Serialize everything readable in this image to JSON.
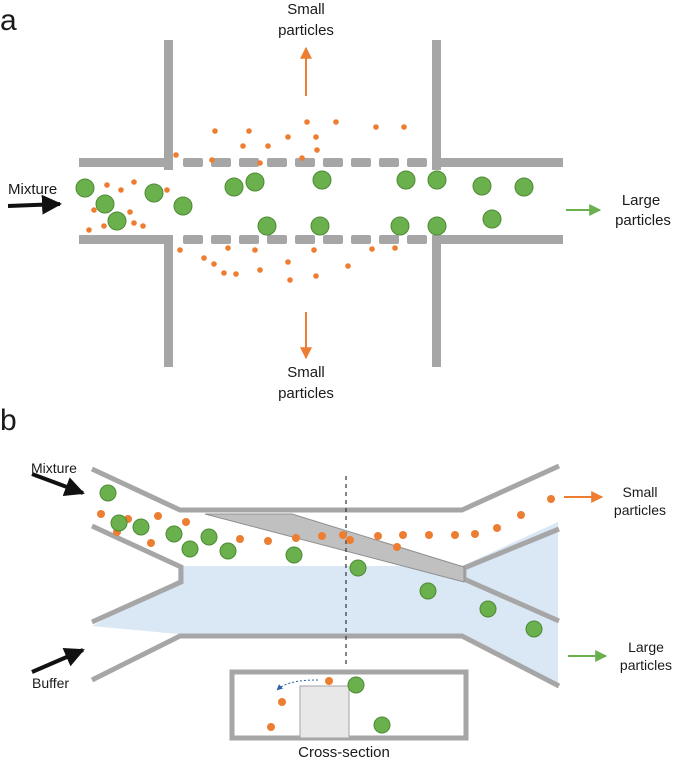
{
  "panels": {
    "a": {
      "label": "a",
      "mixture": "Mixture",
      "small_top": [
        "Small",
        "particles"
      ],
      "small_bottom": [
        "Small",
        "particles"
      ],
      "large": [
        "Large",
        "particles"
      ]
    },
    "b": {
      "label": "b",
      "mixture": "Mixture",
      "buffer": "Buffer",
      "small": [
        "Small",
        "particles"
      ],
      "large": [
        "Large",
        "particles"
      ],
      "cross_section": "Cross-section"
    }
  },
  "colors": {
    "wall": "#a6a6a6",
    "large_particle": "#6ab04c",
    "large_particle_edge": "#4e8a35",
    "small_particle": "#ed7d31",
    "buffer": "#dae8f5",
    "arrow_black": "#111111",
    "arrow_orange": "#ed7d31",
    "arrow_green": "#6ab04c",
    "dashed_line": "#333333",
    "dashed_arrow": "#2e5fa8"
  }
}
